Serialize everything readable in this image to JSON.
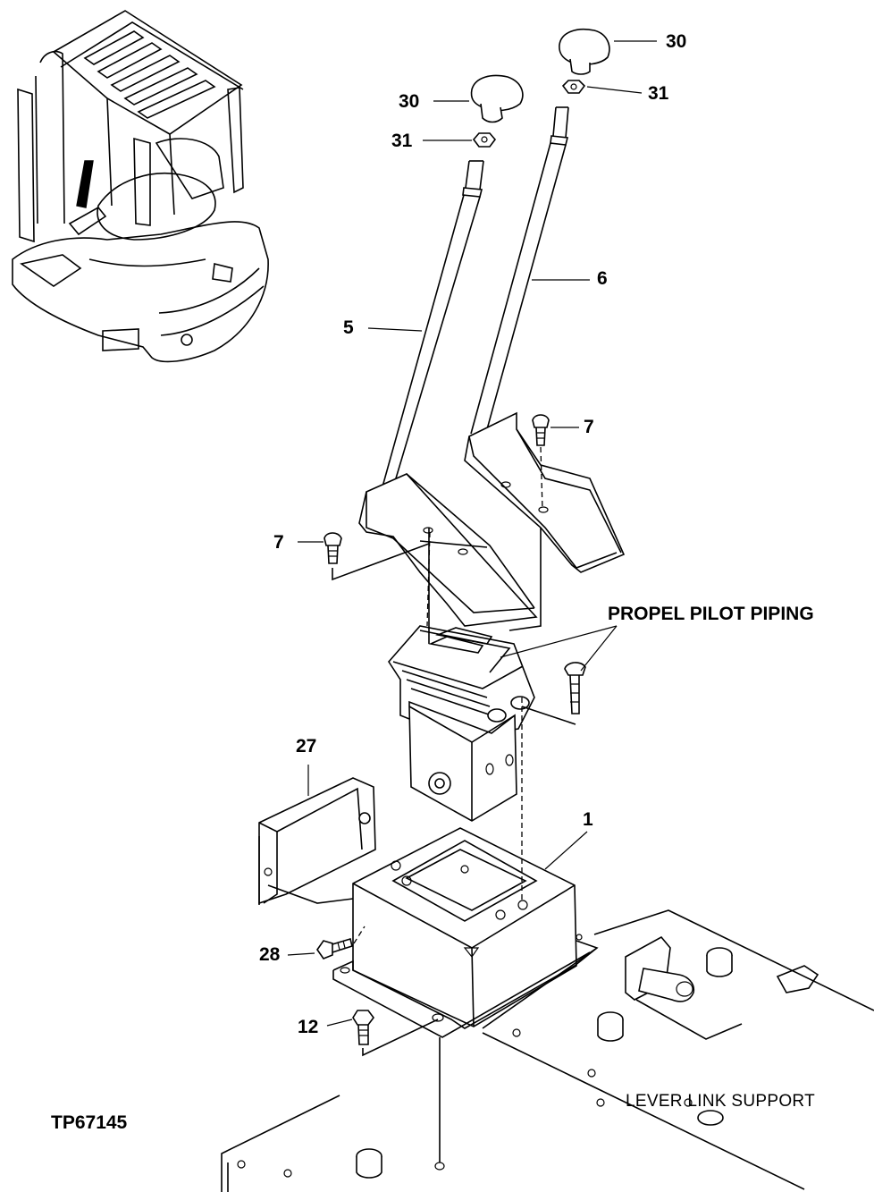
{
  "figure_code": "TP67145",
  "callouts": {
    "c1": "1",
    "c5": "5",
    "c6": "6",
    "c7a": "7",
    "c7b": "7",
    "c12": "12",
    "c27": "27",
    "c28": "28",
    "c30a": "30",
    "c30b": "30",
    "c31a": "31",
    "c31b": "31"
  },
  "labels": {
    "propel_pilot_piping": "PROPEL PILOT PIPING",
    "lever_link_support": "LEVER LINK SUPPORT"
  }
}
